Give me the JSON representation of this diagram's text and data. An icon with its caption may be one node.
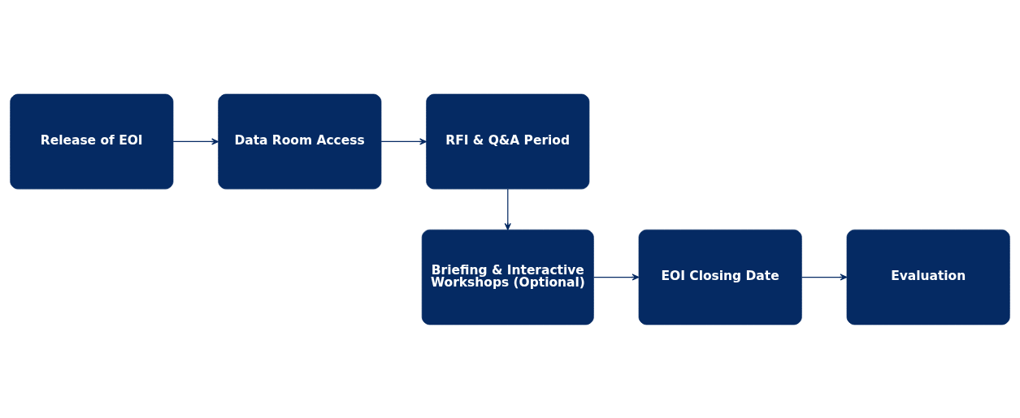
{
  "diagram": {
    "nodes": [
      {
        "text": [
          "Release of EOI"
        ]
      },
      {
        "text": [
          "Data Room Access"
        ]
      },
      {
        "text": [
          "RFI & Q&A Period"
        ]
      },
      {
        "text": [
          "Briefing & Interactive Workshops (Optional)"
        ]
      },
      {
        "text": [
          "EOI Closing Date"
        ]
      },
      {
        "text": [
          "Evaluation"
        ]
      }
    ],
    "edges": [
      {
        "from": 0,
        "to": 1,
        "arrow": "to"
      },
      {
        "from": 1,
        "to": 2,
        "arrow": "to"
      },
      {
        "from": 2,
        "to": 3,
        "arrow": "to"
      },
      {
        "from": 3,
        "to": 4,
        "arrow": "to"
      },
      {
        "from": 4,
        "to": 5,
        "arrow": "to"
      }
    ]
  }
}
